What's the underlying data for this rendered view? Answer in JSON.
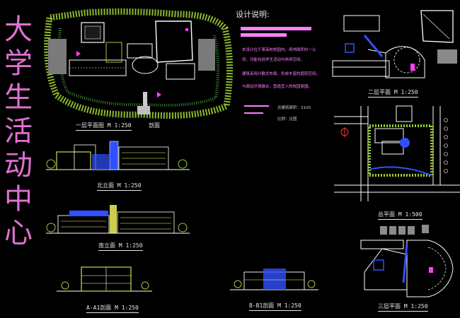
{
  "project_title_chars": [
    "大",
    "学",
    "生",
    "活",
    "动",
    "中",
    "心"
  ],
  "notes": {
    "heading": "设计说明:",
    "lines": [
      "本设计位于某高校校园内，用地面积约一公",
      "顷，功能包括学生活动与休闲空间。",
      "建筑采用分散式布局，形成丰富的庭院空间，",
      "与周边环境融合，营造宜人的校园氛围。"
    ],
    "area_label": "总建筑面积：3100",
    "scale_note": "比例：见图"
  },
  "drawings": {
    "plan_1f": "一层平面图 M 1:250",
    "plan_1f_extra": "剖面",
    "plan_2f": "二层平面 M 1:250",
    "site_plan": "总平面 M 1:500",
    "plan_3f": "三层平面 M 1:250",
    "elev_north": "北立面 M 1:250",
    "elev_south": "南立面 M 1:250",
    "section_aa": "A-A1剖面 M 1:250",
    "section_bb": "B-B1剖面 M 1:250"
  },
  "colors": {
    "background": "#000000",
    "title": "#e070d0",
    "wall": "#ffffff",
    "landscape": "#9acd32",
    "accent_blue": "#3050ff",
    "accent_magenta": "#ff40ff",
    "accent_yellow": "#ffff60",
    "label": "#e8e8e8"
  }
}
